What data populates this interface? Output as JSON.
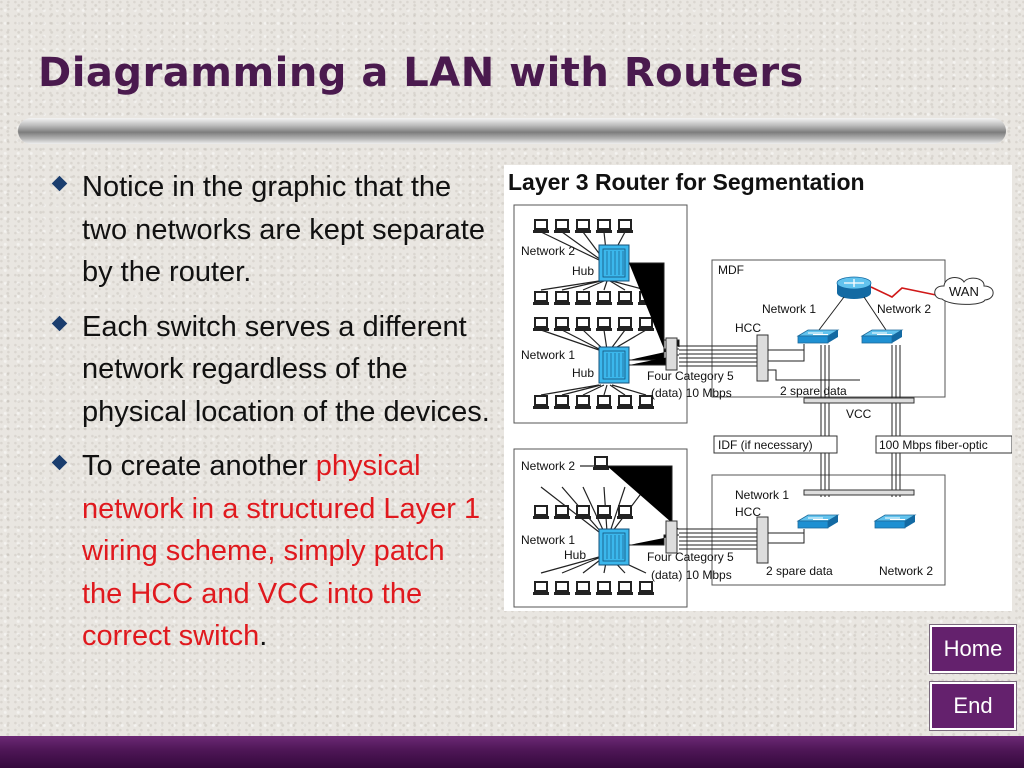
{
  "slide": {
    "title": "Diagramming a LAN with Routers",
    "bullets": {
      "b1": "Notice in the graphic that the two networks are kept separate by the router.",
      "b2": "Each switch serves a different network regardless of the physical location of the devices.",
      "b3_black": "To create another ",
      "b3_red": "physical network in a structured Layer 1 wiring scheme, simply patch the HCC and VCC into the correct switch",
      "b3_end": "."
    },
    "accent_red": "#e0191e",
    "title_color": "#4a1a4e"
  },
  "diagram": {
    "title": "Layer 3 Router for Segmentation",
    "labels": {
      "net2_top": "Network 2",
      "hub_top1": "Hub",
      "net1_top": "Network 1",
      "hub_top2": "Hub",
      "mdf": "MDF",
      "wan": "WAN",
      "mdf_net1": "Network 1",
      "mdf_net2": "Network 2",
      "hcc_top": "HCC",
      "cat5_top_1": "Four Category 5",
      "cat5_top_2": "(data) 10 Mbps",
      "spare_top": "2 spare data",
      "vcc": "VCC",
      "idf": "IDF (if necessary)",
      "fiber": "100 Mbps fiber-optic",
      "net2_bot": "Network 2",
      "net1_bot": "Network 1",
      "hub_bot": "Hub",
      "idf_net1": "Network 1",
      "hcc_bot": "HCC",
      "cat5_bot_1": "Four Category 5",
      "cat5_bot_2": "(data) 10 Mbps",
      "spare_bot": "2 spare data",
      "idf_net2": "Network 2"
    }
  },
  "nav": {
    "home": "Home",
    "end": "End"
  }
}
